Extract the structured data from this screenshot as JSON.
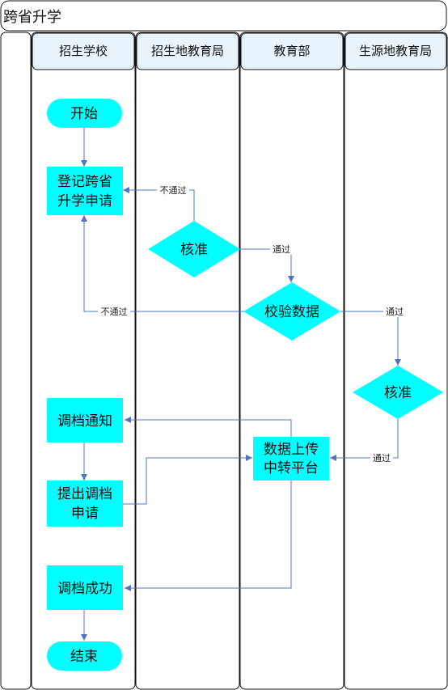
{
  "pool": {
    "title": "跨省升学"
  },
  "lanes": [
    {
      "id": "school",
      "title": "招生学校"
    },
    {
      "id": "enroll_bureau",
      "title": "招生地教育局"
    },
    {
      "id": "ministry",
      "title": "教育部"
    },
    {
      "id": "origin_bureau",
      "title": "生源地教育局"
    }
  ],
  "nodes": {
    "start": {
      "shape": "terminal",
      "lines": [
        "开始"
      ]
    },
    "register": {
      "shape": "process",
      "lines": [
        "登记跨省",
        "升学申请"
      ]
    },
    "approve1": {
      "shape": "decision",
      "lines": [
        "核准"
      ]
    },
    "verify": {
      "shape": "decision",
      "lines": [
        "校验数据"
      ]
    },
    "approve2": {
      "shape": "decision",
      "lines": [
        "核准"
      ]
    },
    "platform": {
      "shape": "process",
      "lines": [
        "数据上传",
        "中转平台"
      ]
    },
    "notice": {
      "shape": "process",
      "lines": [
        "调档通知"
      ]
    },
    "apply": {
      "shape": "process",
      "lines": [
        "提出调档",
        "申请"
      ]
    },
    "success": {
      "shape": "process",
      "lines": [
        "调档成功"
      ]
    },
    "end": {
      "shape": "terminal",
      "lines": [
        "结束"
      ]
    }
  },
  "edges": [
    {
      "from": "start",
      "to": "register",
      "label": ""
    },
    {
      "from": "approve1",
      "to": "register",
      "label": "不通过"
    },
    {
      "from": "approve1",
      "to": "verify",
      "label": "通过"
    },
    {
      "from": "verify",
      "to": "register",
      "label": "不通过"
    },
    {
      "from": "verify",
      "to": "approve2",
      "label": "通过"
    },
    {
      "from": "approve2",
      "to": "platform",
      "label": "通过"
    },
    {
      "from": "platform",
      "to": "notice",
      "label": ""
    },
    {
      "from": "notice",
      "to": "apply",
      "label": ""
    },
    {
      "from": "apply",
      "to": "platform",
      "label": ""
    },
    {
      "from": "platform",
      "to": "success",
      "label": ""
    },
    {
      "from": "success",
      "to": "end",
      "label": ""
    }
  ],
  "colors": {
    "shape_fill": "#00FFFF",
    "header_fill": "#E8F3FB",
    "connector": "#4F74C4",
    "border": "#111111"
  }
}
